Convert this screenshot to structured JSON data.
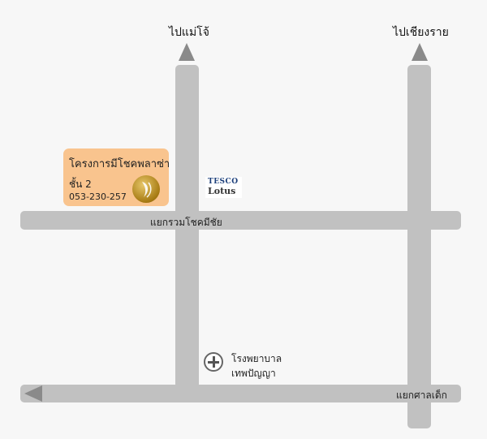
{
  "destinations": {
    "north_left": "ไปแม่โจ้",
    "north_right": "ไปเชียงราย"
  },
  "place": {
    "name": "โครงการมีโชคพลาซ่า",
    "floor": "ชั้น 2",
    "phone": "053-230-257"
  },
  "landmarks": {
    "tesco_line1": "TESCO",
    "tesco_line2": "Lotus",
    "hospital_line1": "โรงพยาบาล",
    "hospital_line2": "เทพปัญญา"
  },
  "intersections": {
    "upper": "แยกรวมโชคมีชัย",
    "lower": "แยกศาลเด็ก"
  },
  "colors": {
    "road": "#c1c1c1",
    "arrow": "#8a8a8a",
    "place_card": "#f9c48e",
    "background": "#f7f7f7"
  },
  "icons": [
    "arrow-up-icon",
    "arrow-left-icon",
    "plaza-logo-icon",
    "tesco-lotus-logo",
    "hospital-cross-icon"
  ]
}
